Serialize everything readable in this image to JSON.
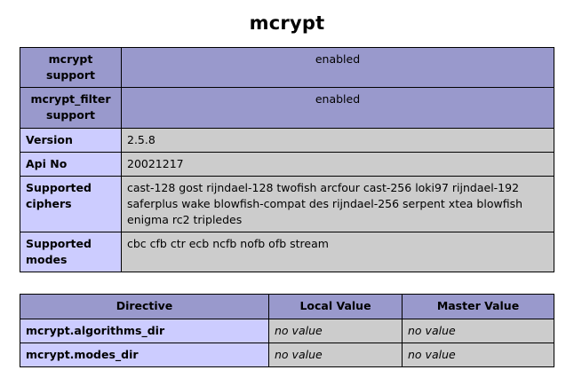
{
  "module": {
    "title": "mcrypt"
  },
  "core_table": {
    "rows": [
      {
        "name": "mcrypt support",
        "value": "enabled",
        "name_style": "center-header",
        "value_style": "center-header"
      },
      {
        "name": "mcrypt_filter support",
        "value": "enabled",
        "name_style": "center-header",
        "value_style": "center-header"
      },
      {
        "name": "Version",
        "value": "2.5.8",
        "name_style": "left-key",
        "value_style": "data"
      },
      {
        "name": "Api No",
        "value": "20021217",
        "name_style": "left-key",
        "value_style": "data"
      },
      {
        "name": "Supported ciphers",
        "value": "cast-128 gost rijndael-128 twofish arcfour cast-256 loki97 rijndael-192 saferplus wake blowfish-compat des rijndael-256 serpent xtea blowfish enigma rc2 tripledes",
        "name_style": "left-key",
        "value_style": "data"
      },
      {
        "name": "Supported modes",
        "value": "cbc cfb ctr ecb ncfb nofb ofb stream",
        "name_style": "left-key",
        "value_style": "data"
      }
    ]
  },
  "directives_table": {
    "headers": [
      "Directive",
      "Local Value",
      "Master Value"
    ],
    "rows": [
      {
        "directive": "mcrypt.algorithms_dir",
        "local_value": "no value",
        "master_value": "no value"
      },
      {
        "directive": "mcrypt.modes_dir",
        "local_value": "no value",
        "master_value": "no value"
      }
    ]
  },
  "colors": {
    "header_purple": "#9999cc",
    "key_lavender": "#ccccff",
    "data_gray": "#cccccc",
    "border": "#000000",
    "page_background": "#ffffff"
  }
}
